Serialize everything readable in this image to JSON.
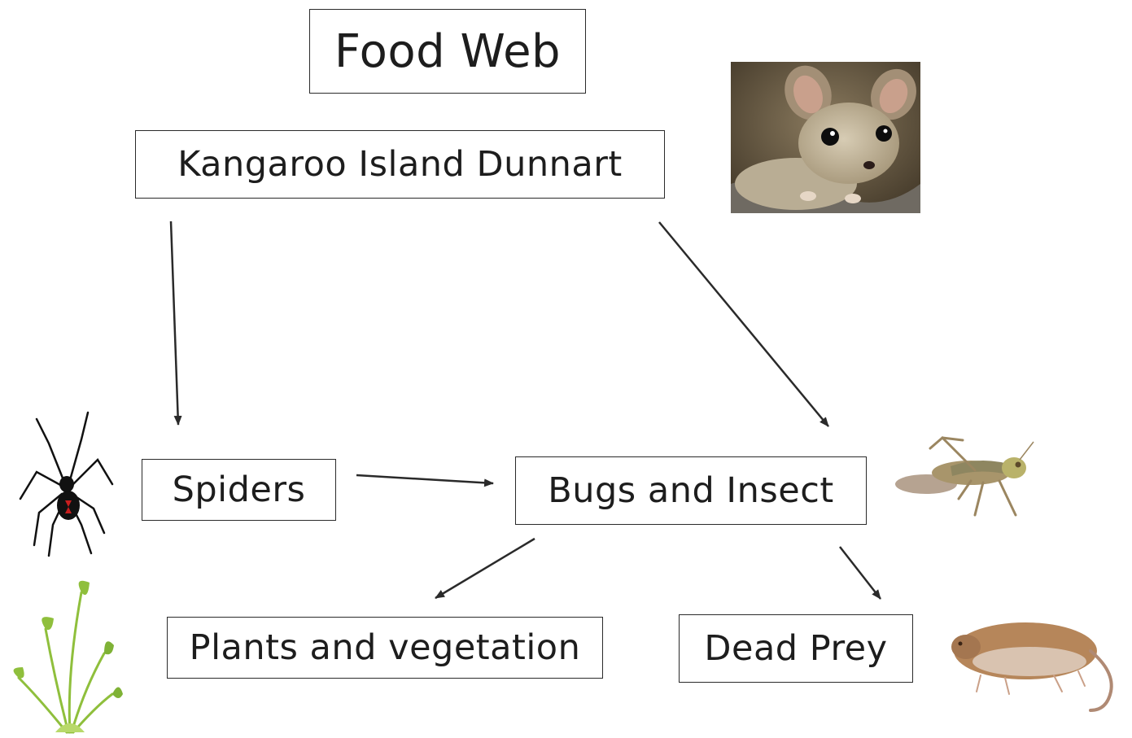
{
  "title": "Food Web",
  "nodes": {
    "dunnart": "Kangaroo Island Dunnart",
    "spiders": "Spiders",
    "bugs": "Bugs and Insect",
    "plants": "Plants and vegetation",
    "dead_prey": "Dead Prey"
  },
  "edges": [
    {
      "from": "Kangaroo Island Dunnart",
      "to": "Spiders"
    },
    {
      "from": "Kangaroo Island Dunnart",
      "to": "Bugs and Insect"
    },
    {
      "from": "Spiders",
      "to": "Bugs and Insect"
    },
    {
      "from": "Bugs and Insect",
      "to": "Plants and vegetation"
    },
    {
      "from": "Bugs and Insect",
      "to": "Dead Prey"
    }
  ],
  "images": [
    "dunnart-photo",
    "spider-illustration",
    "grasshopper-photo",
    "plant-illustration",
    "dead-mouse-photo"
  ],
  "colors": {
    "line": "#2a2a2a",
    "border": "#2a2a2a",
    "text": "#1d1d1d"
  }
}
